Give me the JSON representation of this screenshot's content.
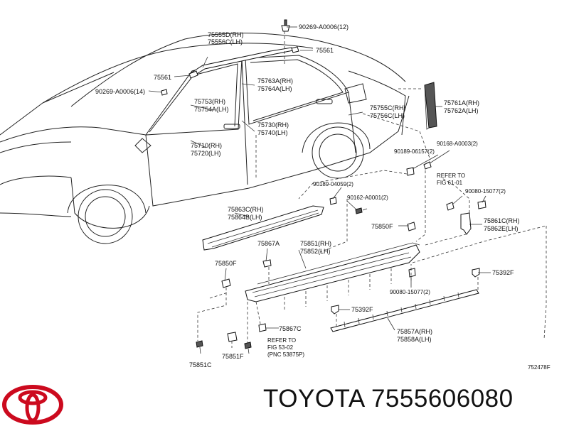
{
  "labels": {
    "p_90269_top": "90269-A0006(12)",
    "p_75555D": "75555D(RH)",
    "p_75556C": "75556C(LH)",
    "p_75561_top": "75561",
    "p_75561_left": "75561",
    "p_90269_left": "90269-A0006(14)",
    "p_75763A": "75763A(RH)",
    "p_75764A": "75764A(LH)",
    "p_75753": "75753(RH)",
    "p_75754A": "75754A(LH)",
    "p_75730": "75730(RH)",
    "p_75740": "75740(LH)",
    "p_75755C": "75755C(RH)",
    "p_75756C": "75756C(LH)",
    "p_75761A": "75761A(RH)",
    "p_75762A": "75762A(LH)",
    "p_75710": "75710(RH)",
    "p_75720": "75720(LH)",
    "p_90168": "90168-A0003(2)",
    "p_90189_06157": "90189-06157(2)",
    "p_refer_61_a": "REFER TO",
    "p_refer_61_b": "FIG 61-01",
    "p_90189_04059": "90189-04059(2)",
    "p_90162": "90162-A0001(2)",
    "p_90080_top": "90080-15077(2)",
    "p_75863C": "75863C(RH)",
    "p_75864B": "75864B(LH)",
    "p_75850F_right": "75850F",
    "p_75861C": "75861C(RH)",
    "p_75862E": "75862E(LH)",
    "p_75867A": "75867A",
    "p_75851": "75851(RH)",
    "p_75852": "75852(LH)",
    "p_75850F_left": "75850F",
    "p_75392F_right": "75392F",
    "p_90080_bottom": "90080-15077(2)",
    "p_75392F_mid": "75392F",
    "p_75867C": "75867C",
    "p_75857A": "75857A(RH)",
    "p_75858A": "75858A(LH)",
    "p_refer_53_a": "REFER TO",
    "p_refer_53_b": "FIG 53-02",
    "p_refer_53_c": "(PNC 53875P)",
    "p_75851F": "75851F",
    "p_75851C": "75851C",
    "p_ref_code": "752478F"
  },
  "brand": {
    "text": "TOYOTA 7555606080",
    "logo_color": "#cc0a1e"
  }
}
